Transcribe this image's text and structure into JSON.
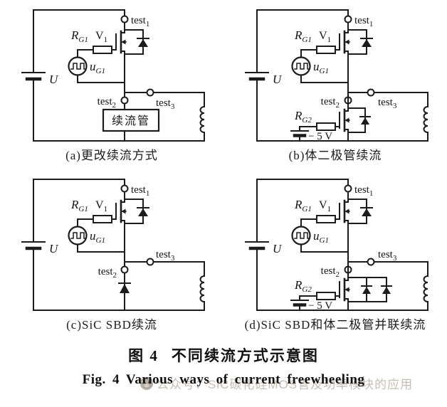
{
  "labels": {
    "test1": {
      "base": "test",
      "sub": "1"
    },
    "test2": {
      "base": "test",
      "sub": "2"
    },
    "test3": {
      "base": "test",
      "sub": "3"
    },
    "rg1": {
      "base": "R",
      "sub": "G1"
    },
    "rg2": {
      "base": "R",
      "sub": "G2"
    },
    "v1": {
      "base": "V",
      "sub": "1"
    },
    "ug1": {
      "base": "u",
      "sub": "G1"
    },
    "supply": "U",
    "neg_bias": "− 5 V",
    "freewheel_box": "续流管"
  },
  "panels": [
    {
      "key": "a",
      "caption": "(a)更改续流方式"
    },
    {
      "key": "b",
      "caption": "(b)体二极管续流"
    },
    {
      "key": "c",
      "caption": "(c)SiC SBD续流"
    },
    {
      "key": "d",
      "caption": "(d)SiC SBD和体二极管并联续流"
    }
  ],
  "figure": {
    "caption_zh_prefix": "图 4",
    "caption_zh": "不同续流方式示意图",
    "caption_en": "Fig. 4 Various ways of current freewheeling",
    "watermark": "公众号：SiC碳化硅MOS管及功率模块的应用"
  },
  "colors": {
    "ink": "#1c1c1c",
    "paper": "#ffffff",
    "watermark": "#c6beb4"
  }
}
